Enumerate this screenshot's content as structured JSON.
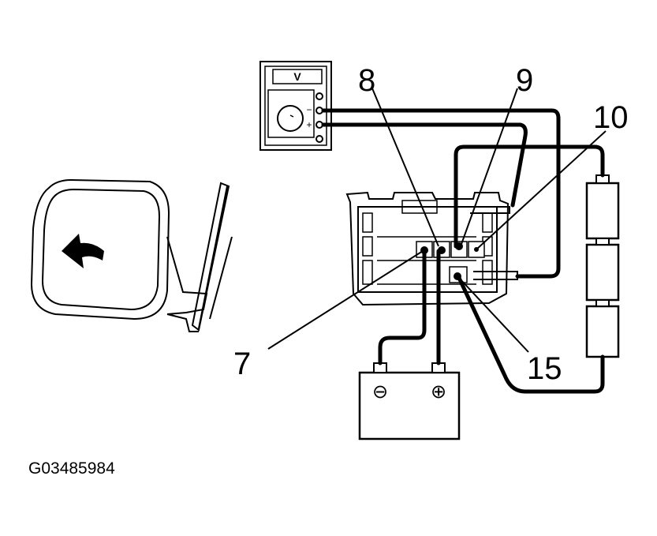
{
  "figure_id": "G03485984",
  "meter": {
    "label": "V",
    "minus": "−",
    "plus": "+"
  },
  "callouts": {
    "c7": "7",
    "c8": "8",
    "c9": "9",
    "c10": "10",
    "c15": "15"
  },
  "battery": {
    "neg": "⊖",
    "pos": "⊕"
  }
}
